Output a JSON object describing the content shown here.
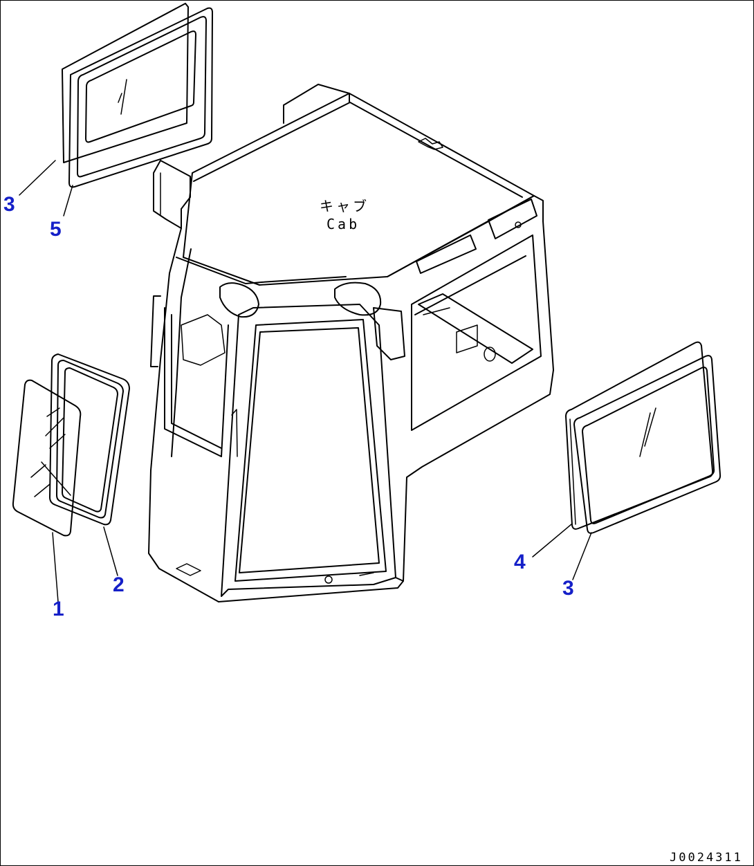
{
  "drawing": {
    "cab_label_jp": "キャブ",
    "cab_label_en": "Cab",
    "document_id": "J0024311"
  },
  "callouts": [
    {
      "label": "3",
      "target": "upper-left-window-seal"
    },
    {
      "label": "5",
      "target": "upper-left-window-glass"
    },
    {
      "label": "1",
      "target": "front-glass"
    },
    {
      "label": "2",
      "target": "front-glass-seal"
    },
    {
      "label": "4",
      "target": "right-window-seal"
    },
    {
      "label": "3",
      "target": "right-window-glass"
    }
  ],
  "colors": {
    "callout": "#1520c8",
    "line": "#000000",
    "background": "#ffffff"
  }
}
